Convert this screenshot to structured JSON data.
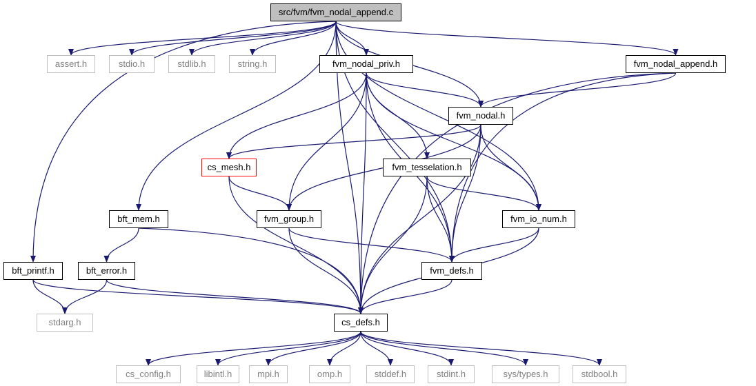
{
  "colors": {
    "edge": "#191970",
    "root_fill": "#bfbfbf",
    "node_border": "#000000",
    "external_border": "#bfbfbf",
    "external_text": "#7f7f7f",
    "highlight_border": "#ff0000"
  },
  "nodes": [
    {
      "id": "root",
      "label": "src/fvm/fvm_nodal_append.c",
      "kind": "root"
    },
    {
      "id": "assert",
      "label": "assert.h",
      "kind": "external"
    },
    {
      "id": "stdio",
      "label": "stdio.h",
      "kind": "external"
    },
    {
      "id": "stdlib",
      "label": "stdlib.h",
      "kind": "external"
    },
    {
      "id": "string",
      "label": "string.h",
      "kind": "external"
    },
    {
      "id": "nodal_priv",
      "label": "fvm_nodal_priv.h",
      "kind": "file"
    },
    {
      "id": "nodal_append",
      "label": "fvm_nodal_append.h",
      "kind": "file"
    },
    {
      "id": "nodal",
      "label": "fvm_nodal.h",
      "kind": "file"
    },
    {
      "id": "cs_mesh",
      "label": "cs_mesh.h",
      "kind": "highlight"
    },
    {
      "id": "tesselation",
      "label": "fvm_tesselation.h",
      "kind": "file"
    },
    {
      "id": "bft_mem",
      "label": "bft_mem.h",
      "kind": "file"
    },
    {
      "id": "group",
      "label": "fvm_group.h",
      "kind": "file"
    },
    {
      "id": "io_num",
      "label": "fvm_io_num.h",
      "kind": "file"
    },
    {
      "id": "bft_printf",
      "label": "bft_printf.h",
      "kind": "file"
    },
    {
      "id": "bft_error",
      "label": "bft_error.h",
      "kind": "file"
    },
    {
      "id": "fvm_defs",
      "label": "fvm_defs.h",
      "kind": "file"
    },
    {
      "id": "stdarg",
      "label": "stdarg.h",
      "kind": "external"
    },
    {
      "id": "cs_defs",
      "label": "cs_defs.h",
      "kind": "file"
    },
    {
      "id": "cs_config",
      "label": "cs_config.h",
      "kind": "external"
    },
    {
      "id": "libintl",
      "label": "libintl.h",
      "kind": "external"
    },
    {
      "id": "mpi",
      "label": "mpi.h",
      "kind": "external"
    },
    {
      "id": "omp",
      "label": "omp.h",
      "kind": "external"
    },
    {
      "id": "stddef",
      "label": "stddef.h",
      "kind": "external"
    },
    {
      "id": "stdint",
      "label": "stdint.h",
      "kind": "external"
    },
    {
      "id": "systypes",
      "label": "sys/types.h",
      "kind": "external"
    },
    {
      "id": "stdbool",
      "label": "stdbool.h",
      "kind": "external"
    }
  ],
  "edges": [
    [
      "root",
      "assert"
    ],
    [
      "root",
      "stdio"
    ],
    [
      "root",
      "stdlib"
    ],
    [
      "root",
      "string"
    ],
    [
      "root",
      "nodal_priv"
    ],
    [
      "root",
      "nodal_append"
    ],
    [
      "root",
      "nodal"
    ],
    [
      "root",
      "bft_mem"
    ],
    [
      "root",
      "bft_printf"
    ],
    [
      "root",
      "fvm_defs"
    ],
    [
      "root",
      "io_num"
    ],
    [
      "root",
      "cs_defs"
    ],
    [
      "nodal_priv",
      "nodal"
    ],
    [
      "nodal_priv",
      "cs_mesh"
    ],
    [
      "nodal_priv",
      "tesselation"
    ],
    [
      "nodal_priv",
      "group"
    ],
    [
      "nodal_priv",
      "fvm_defs"
    ],
    [
      "nodal_priv",
      "io_num"
    ],
    [
      "nodal_priv",
      "cs_defs"
    ],
    [
      "nodal_append",
      "nodal"
    ],
    [
      "nodal_append",
      "fvm_defs"
    ],
    [
      "nodal_append",
      "cs_defs"
    ],
    [
      "nodal",
      "cs_mesh"
    ],
    [
      "nodal",
      "group"
    ],
    [
      "nodal",
      "io_num"
    ],
    [
      "nodal",
      "fvm_defs"
    ],
    [
      "nodal",
      "cs_defs"
    ],
    [
      "cs_mesh",
      "group"
    ],
    [
      "cs_mesh",
      "cs_defs"
    ],
    [
      "tesselation",
      "io_num"
    ],
    [
      "tesselation",
      "fvm_defs"
    ],
    [
      "tesselation",
      "cs_defs"
    ],
    [
      "bft_mem",
      "bft_error"
    ],
    [
      "bft_mem",
      "cs_defs"
    ],
    [
      "group",
      "fvm_defs"
    ],
    [
      "group",
      "cs_defs"
    ],
    [
      "io_num",
      "fvm_defs"
    ],
    [
      "io_num",
      "cs_defs"
    ],
    [
      "bft_printf",
      "stdarg"
    ],
    [
      "bft_printf",
      "cs_defs"
    ],
    [
      "bft_error",
      "stdarg"
    ],
    [
      "bft_error",
      "cs_defs"
    ],
    [
      "fvm_defs",
      "cs_defs"
    ],
    [
      "cs_defs",
      "cs_config"
    ],
    [
      "cs_defs",
      "libintl"
    ],
    [
      "cs_defs",
      "mpi"
    ],
    [
      "cs_defs",
      "omp"
    ],
    [
      "cs_defs",
      "stddef"
    ],
    [
      "cs_defs",
      "stdint"
    ],
    [
      "cs_defs",
      "systypes"
    ],
    [
      "cs_defs",
      "stdbool"
    ]
  ]
}
